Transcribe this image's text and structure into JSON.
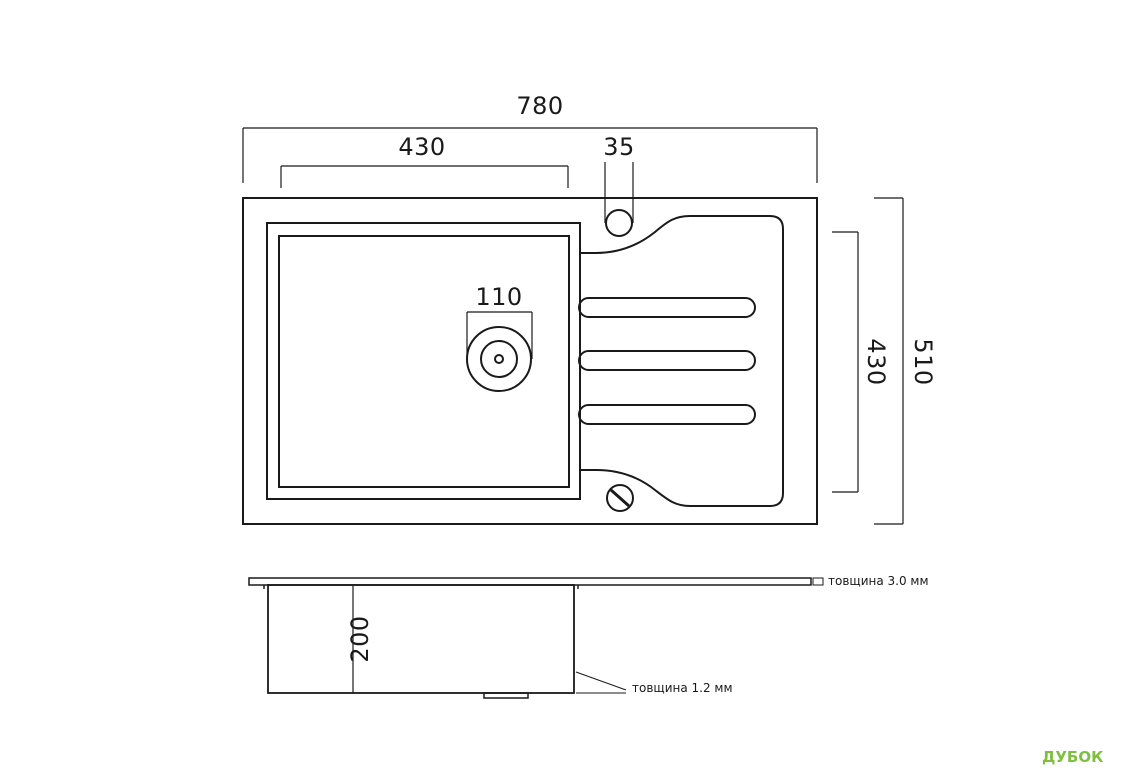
{
  "dimensions": {
    "overall_width": "780",
    "bowl_width": "430",
    "tap_hole": "35",
    "drain": "110",
    "drainer_length": "430",
    "overall_depth": "510",
    "bowl_depth": "200"
  },
  "notes": {
    "top_thickness": "товщина 3.0 мм",
    "wall_thickness": "товщина 1.2 мм"
  },
  "brand": {
    "name": "ДУБОК"
  }
}
